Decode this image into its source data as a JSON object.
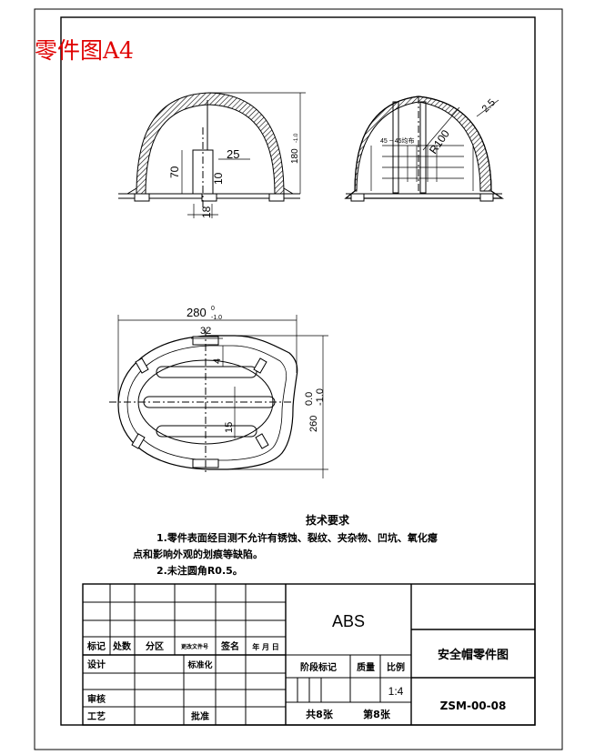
{
  "sheet_label": "零件图A4",
  "views": {
    "front_dims": {
      "height": "180",
      "height_tol": "-1.0",
      "h70": "70",
      "h10": "10",
      "w25": "25",
      "w18": "18"
    },
    "side_dims": {
      "thick": "2.5",
      "rad": "R100",
      "note": "45 ~ 45均布"
    },
    "top_dims": {
      "width": "280",
      "width_tol_up": "0",
      "width_tol_lo": "-1.0",
      "d32": "32",
      "d4": "4",
      "d15": "15",
      "len": "260",
      "len_tol_up": "0.0",
      "len_tol_lo": "-1.0"
    }
  },
  "tech": {
    "title": "技术要求",
    "line1": "1.零件表面经目测不允许有锈蚀、裂纹、夹杂物、凹坑、氧化瘪",
    "line2": "点和影响外观的划痕等缺陷。",
    "line3": "2.未注圆角R0.5。"
  },
  "title_block": {
    "material": "ABS",
    "part_name": "安全帽零件图",
    "drawing_no": "ZSM-00-08",
    "scale": "1:4",
    "sheets_total": "共8张",
    "sheet_no": "第8张",
    "h_biaoji": "标记",
    "h_chushu": "处数",
    "h_fenqu": "分区",
    "h_gengai": "更改文件号",
    "h_qianming": "签名",
    "h_date": "年 月 日",
    "h_sheji": "设计",
    "h_biaozhunhua": "标准化",
    "h_jieduan": "阶段标记",
    "h_zhiliang": "质量",
    "h_bili": "比例",
    "h_shenhe": "审核",
    "h_gongyi": "工艺",
    "h_pizhun": "批准"
  }
}
